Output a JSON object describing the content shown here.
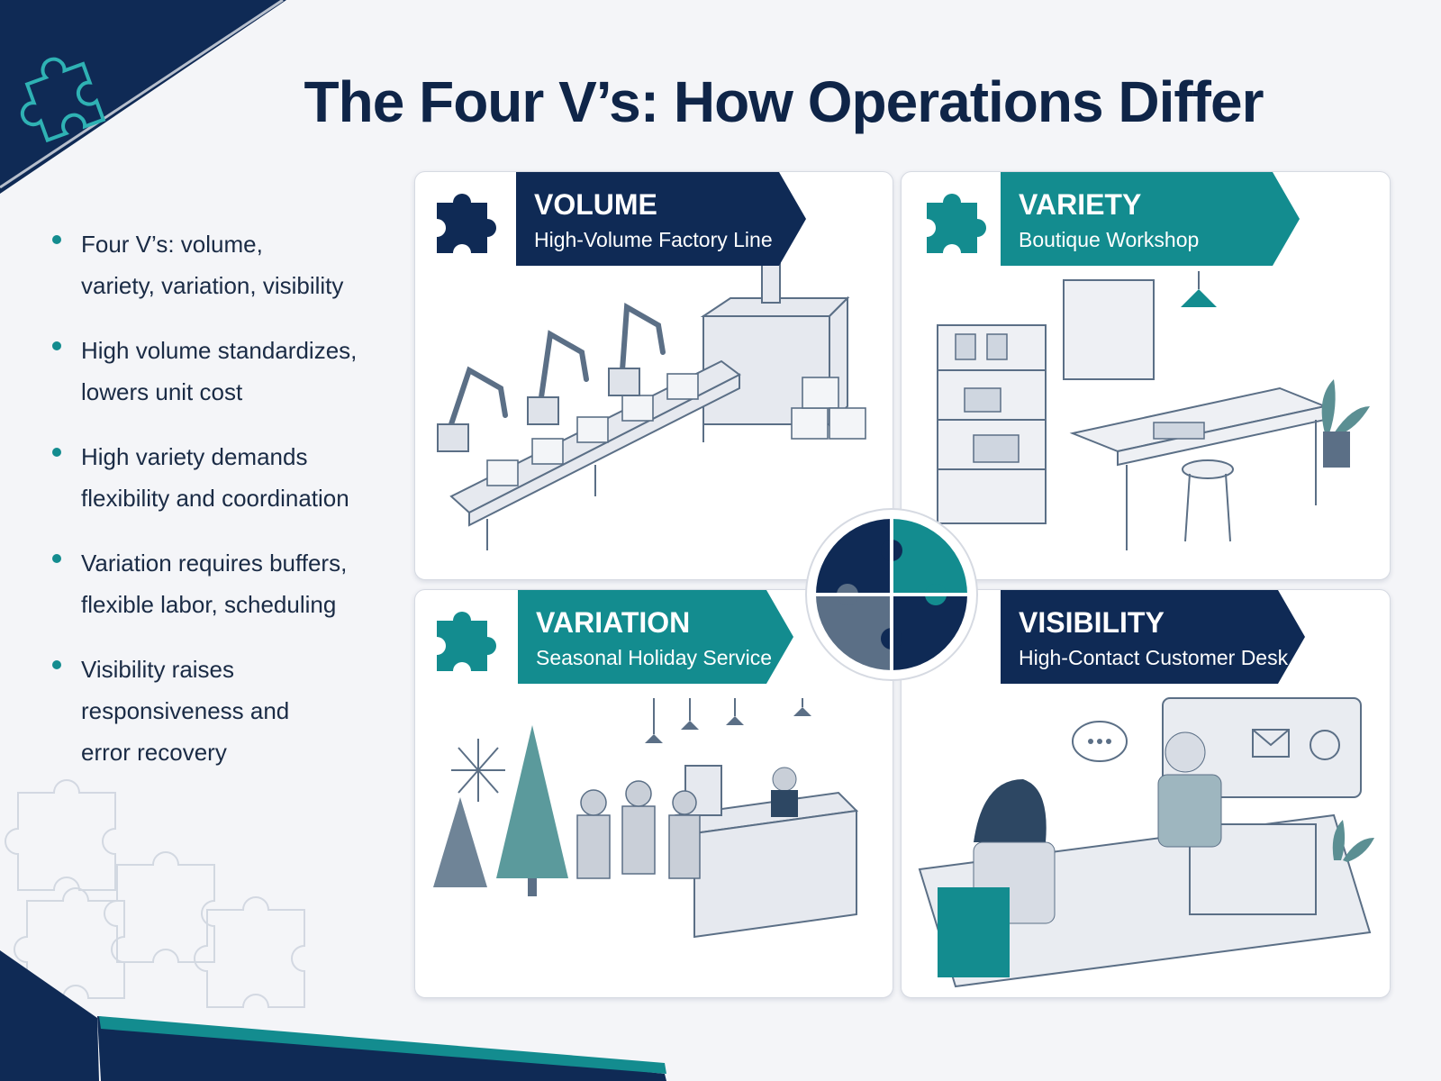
{
  "slide": {
    "title": "The Four V’s: How Operations Differ"
  },
  "bullets": [
    {
      "lines": [
        "Four V’s: volume,",
        "variety, variation, visibility"
      ]
    },
    {
      "lines": [
        "High volume standardizes,",
        "lowers unit cost"
      ]
    },
    {
      "lines": [
        "High variety demands",
        "flexibility and coordination"
      ]
    },
    {
      "lines": [
        "Variation requires buffers,",
        "flexible labor, scheduling"
      ]
    },
    {
      "lines": [
        "Visibility raises",
        "responsiveness and",
        "error recovery"
      ]
    }
  ],
  "quadrants": [
    {
      "name": "VOLUME",
      "subtitle": "High-Volume Factory Line",
      "banner_color": "#0f2a55",
      "icon": "puzzle-piece-icon",
      "icon_color": "#0f2a55",
      "illustration": "factory-line-illustration"
    },
    {
      "name": "VARIETY",
      "subtitle": "Boutique Workshop",
      "banner_color": "#138c8f",
      "icon": "puzzle-piece-icon",
      "icon_color": "#138c8f",
      "illustration": "workshop-illustration"
    },
    {
      "name": "VARIATION",
      "subtitle": "Seasonal Holiday Service",
      "banner_color": "#138c8f",
      "icon": "puzzle-piece-icon",
      "icon_color": "#138c8f",
      "illustration": "holiday-service-illustration"
    },
    {
      "name": "VISIBILITY",
      "subtitle": "High-Contact Customer Desk",
      "banner_color": "#0f2a55",
      "icon": "puzzle-piece-icon",
      "icon_color": "#0f2a55",
      "illustration": "customer-desk-illustration"
    }
  ],
  "center_icon": "four-piece-puzzle-icon",
  "colors": {
    "navy": "#0f2a55",
    "teal": "#138c8f",
    "slate": "#5b6f86",
    "background": "#f4f5f8"
  }
}
